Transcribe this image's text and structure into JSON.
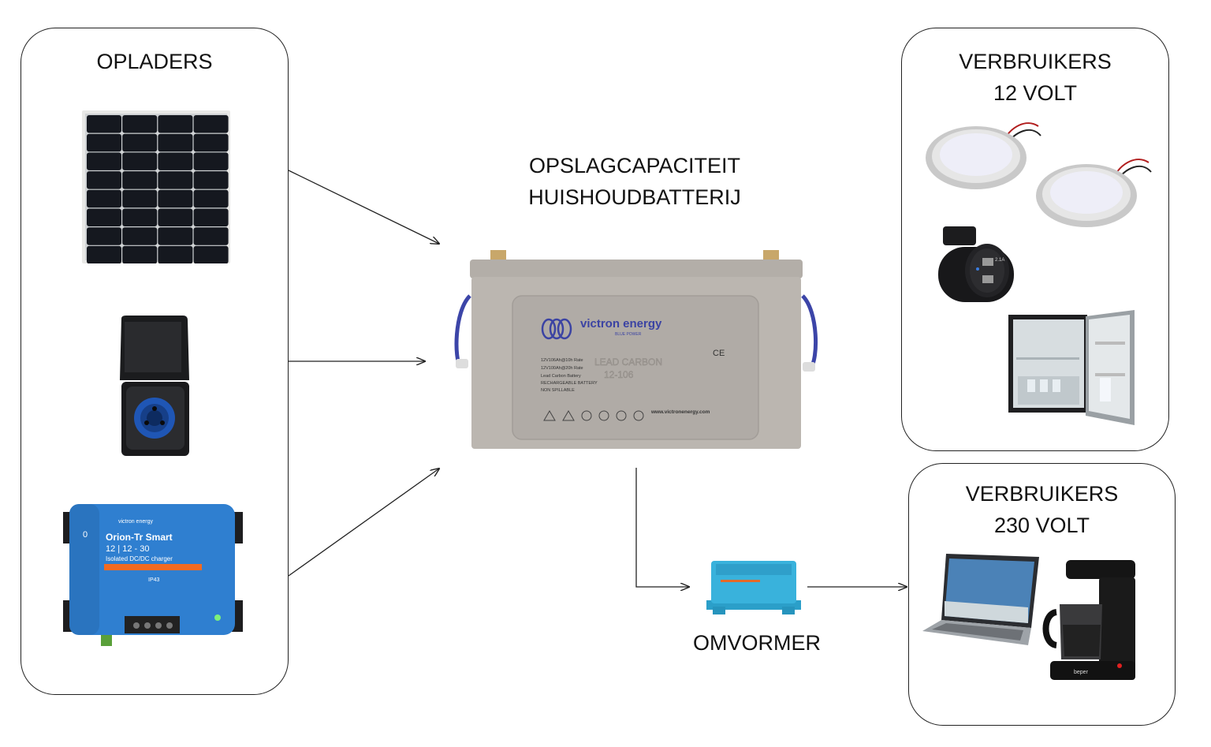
{
  "groups": {
    "chargers": {
      "title": "OPLADERS"
    },
    "consumers_12v": {
      "title_line1": "VERBRUIKERS",
      "title_line2": "12 VOLT"
    },
    "consumers_230v": {
      "title_line1": "VERBRUIKERS",
      "title_line2": "230 VOLT"
    }
  },
  "storage": {
    "title_line1": "OPSLAGCAPACITEIT",
    "title_line2": "HUISHOUDBATTERIJ"
  },
  "inverter": {
    "title": "OMVORMER"
  },
  "battery_labels": {
    "brand": "victron energy",
    "tagline": "BLUE POWER",
    "type": "LEAD CARBON",
    "model": "12-106",
    "spec1": "12V106Ah@10h Rate",
    "spec2": "12V100Ah@20h Rate",
    "spec3": "Lead Carbon Battery",
    "spec4": "RECHARGEABLE BATTERY",
    "spec5": "NON SPILLABLE",
    "website": "www.victronenergy.com",
    "ce": "CE"
  },
  "charger_labels": {
    "brand": "victron energy",
    "name": "Orion-Tr Smart",
    "model": "12 | 12 - 30",
    "desc": "Isolated DC/DC charger",
    "ip": "IP43"
  },
  "usb_labels": {
    "rating": "2.1A"
  },
  "coffee_labels": {
    "brand": "beper"
  },
  "colors": {
    "victron_blue": "#2f7fd0",
    "battery_grey": "#b9b4ae",
    "line": "#222222"
  }
}
